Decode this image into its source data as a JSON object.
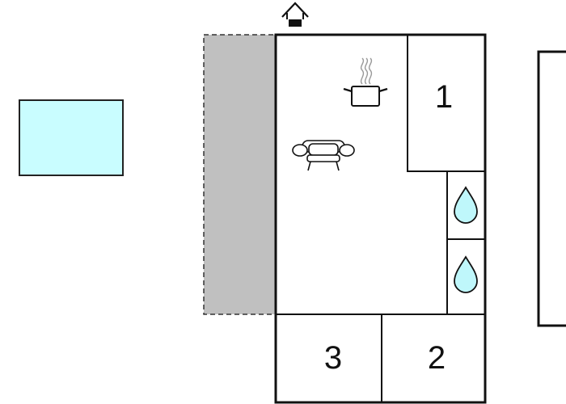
{
  "floorplan": {
    "rooms": [
      {
        "id": "bedroom-1",
        "label": "1"
      },
      {
        "id": "bedroom-2",
        "label": "2"
      },
      {
        "id": "bedroom-3",
        "label": "3"
      }
    ],
    "icons": [
      "entrance-icon",
      "kitchen-icon",
      "sofa-icon",
      "bathroom-icon",
      "bathroom-icon"
    ],
    "colors": {
      "wall": "#111111",
      "pool": "#c9fdff",
      "terrace": "#c0c0c0",
      "water": "#bff7fb"
    }
  }
}
